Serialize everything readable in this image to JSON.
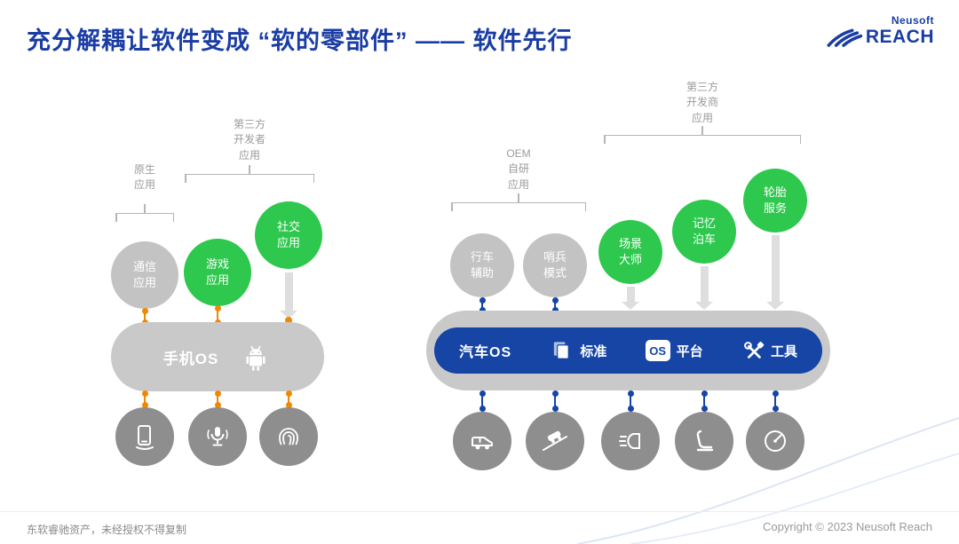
{
  "header": {
    "title": "充分解耦让软件变成 “软的零部件” —— 软件先行",
    "logo": {
      "line1": "Neusoft",
      "line2": "REACH"
    }
  },
  "left_diagram": {
    "bracket_native_label": "原生\n应用",
    "bracket_thirdparty_label": "第三方\n开发者\n应用",
    "apps": [
      {
        "label": "通信\n应用",
        "variant": "gray"
      },
      {
        "label": "游戏\n应用",
        "variant": "green"
      },
      {
        "label": "社交\n应用",
        "variant": "green"
      }
    ],
    "os_bar": {
      "label": "手机OS",
      "icon": "android-icon"
    },
    "device_icons": [
      "phone-in-hand-icon",
      "voice-assistant-icon",
      "fingerprint-icon"
    ]
  },
  "right_diagram": {
    "bracket_oem_label": "OEM\n自研\n应用",
    "bracket_thirdparty_label": "第三方\n开发商\n应用",
    "apps": [
      {
        "label": "行车\n辅助",
        "variant": "gray"
      },
      {
        "label": "哨兵\n模式",
        "variant": "gray"
      },
      {
        "label": "场景\n大师",
        "variant": "green"
      },
      {
        "label": "记忆\n泊车",
        "variant": "green"
      },
      {
        "label": "轮胎\n服务",
        "variant": "green"
      }
    ],
    "os_bar": {
      "label": "汽车OS",
      "standard_label": "标准",
      "os_badge": "OS",
      "platform_label": "平台",
      "tools_label": "工具"
    },
    "device_icons": [
      "vehicle-icon",
      "hill-assist-icon",
      "headlight-icon",
      "seat-icon",
      "gauge-icon"
    ]
  },
  "footer": {
    "left": "东软睿驰资产，未经授权不得复制",
    "right": "Copyright © 2023 Neusoft Reach"
  },
  "colors": {
    "title_blue": "#1a3da4",
    "bar_blue": "#1645a6",
    "green": "#2ec84e",
    "orange_connector": "#f18700",
    "light_gray_circle": "#c3c3c3",
    "dark_gray_circle": "#8e8e8e",
    "bar_gray": "#c9c9c9"
  }
}
